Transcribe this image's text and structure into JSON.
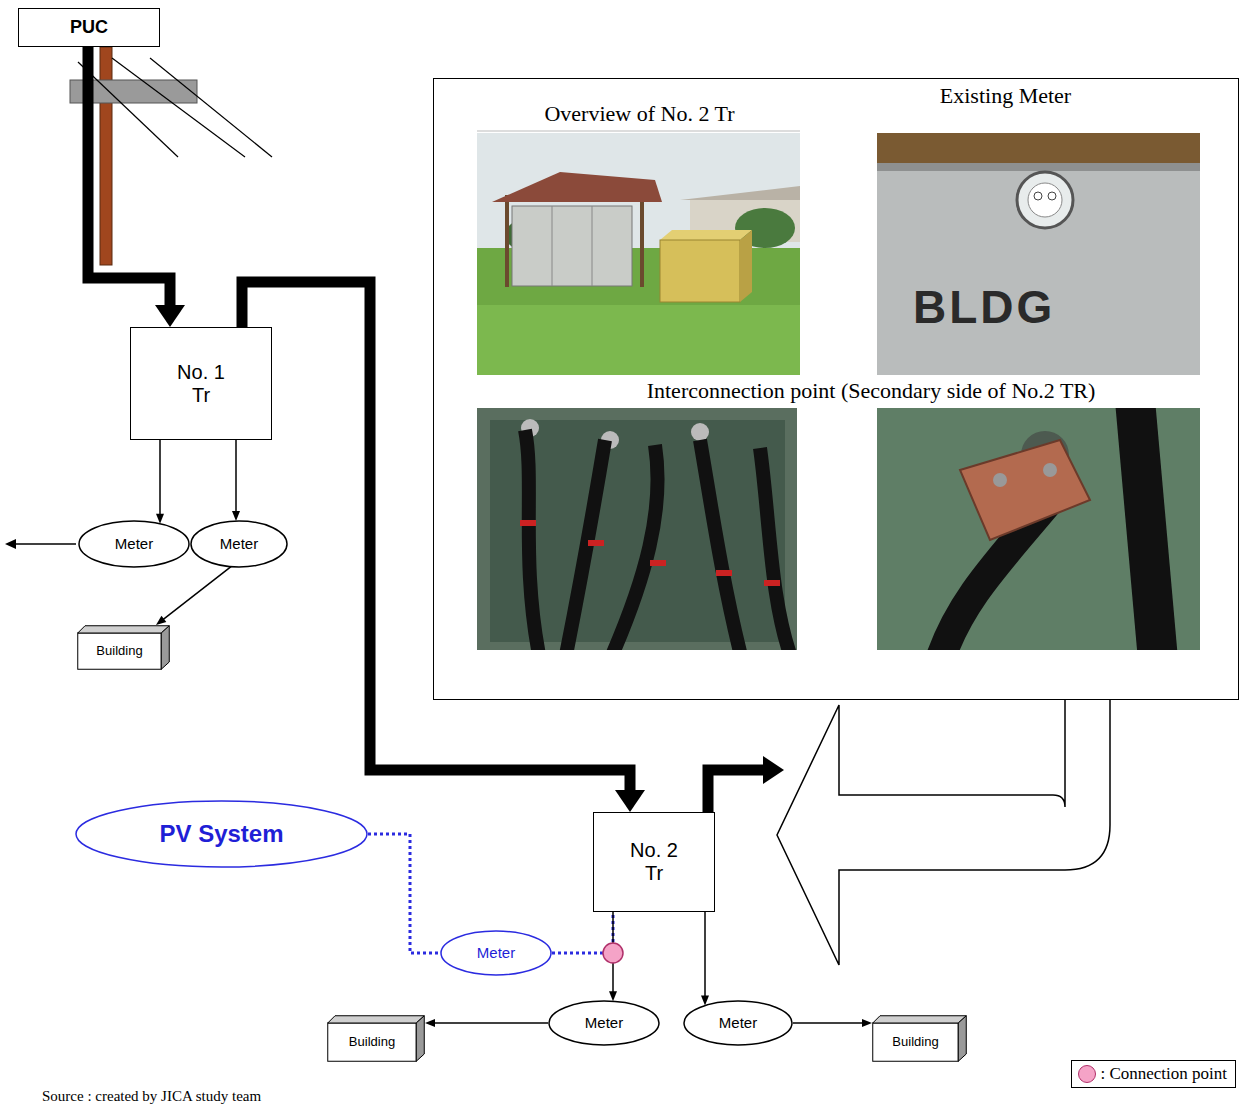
{
  "diagram": {
    "caption": "Source : created by JICA study team",
    "nodes": [
      {
        "text": [
          "PUC"
        ]
      },
      {
        "text": [
          "No. 1 Tr"
        ]
      },
      {
        "text": [
          "Meter"
        ]
      },
      {
        "text": [
          "Meter"
        ]
      },
      {
        "text": [
          "Building"
        ]
      },
      {
        "text": [
          "Overview of No. 2 Tr",
          "Existing Meter",
          "Interconnection point (Secondary side of No.2 TR)"
        ]
      },
      {
        "text": [
          "No. 2 Tr"
        ]
      },
      {
        "text": [
          "PV System"
        ]
      },
      {
        "text": [
          "Meter"
        ]
      },
      {
        "text": [
          "Meter"
        ]
      },
      {
        "text": [
          "Meter"
        ]
      },
      {
        "text": [
          "Building"
        ]
      },
      {
        "text": [
          "Building"
        ]
      }
    ],
    "edges": [
      {
        "from": 0,
        "to": 1,
        "arrow": "to"
      },
      {
        "from": 1,
        "to": 2,
        "arrow": "to"
      },
      {
        "from": 1,
        "to": 3,
        "arrow": "to"
      },
      {
        "from": 3,
        "to": 4,
        "arrow": "to"
      },
      {
        "from": 1,
        "to": 6,
        "arrow": "to"
      },
      {
        "from": 5,
        "to": 6,
        "arrow": "to"
      },
      {
        "from": 7,
        "to": 8,
        "arrow": "none"
      },
      {
        "from": 8,
        "to": 6,
        "arrow": "none"
      },
      {
        "from": 6,
        "to": 9,
        "arrow": "to"
      },
      {
        "from": 6,
        "to": 10,
        "arrow": "to"
      },
      {
        "from": 9,
        "to": 11,
        "arrow": "to"
      },
      {
        "from": 10,
        "to": 12,
        "arrow": "to"
      }
    ],
    "labels": [
      "BLDG"
    ],
    "legend": [
      {
        "text": ": Connection point",
        "color": "#f5a3c7"
      }
    ]
  }
}
